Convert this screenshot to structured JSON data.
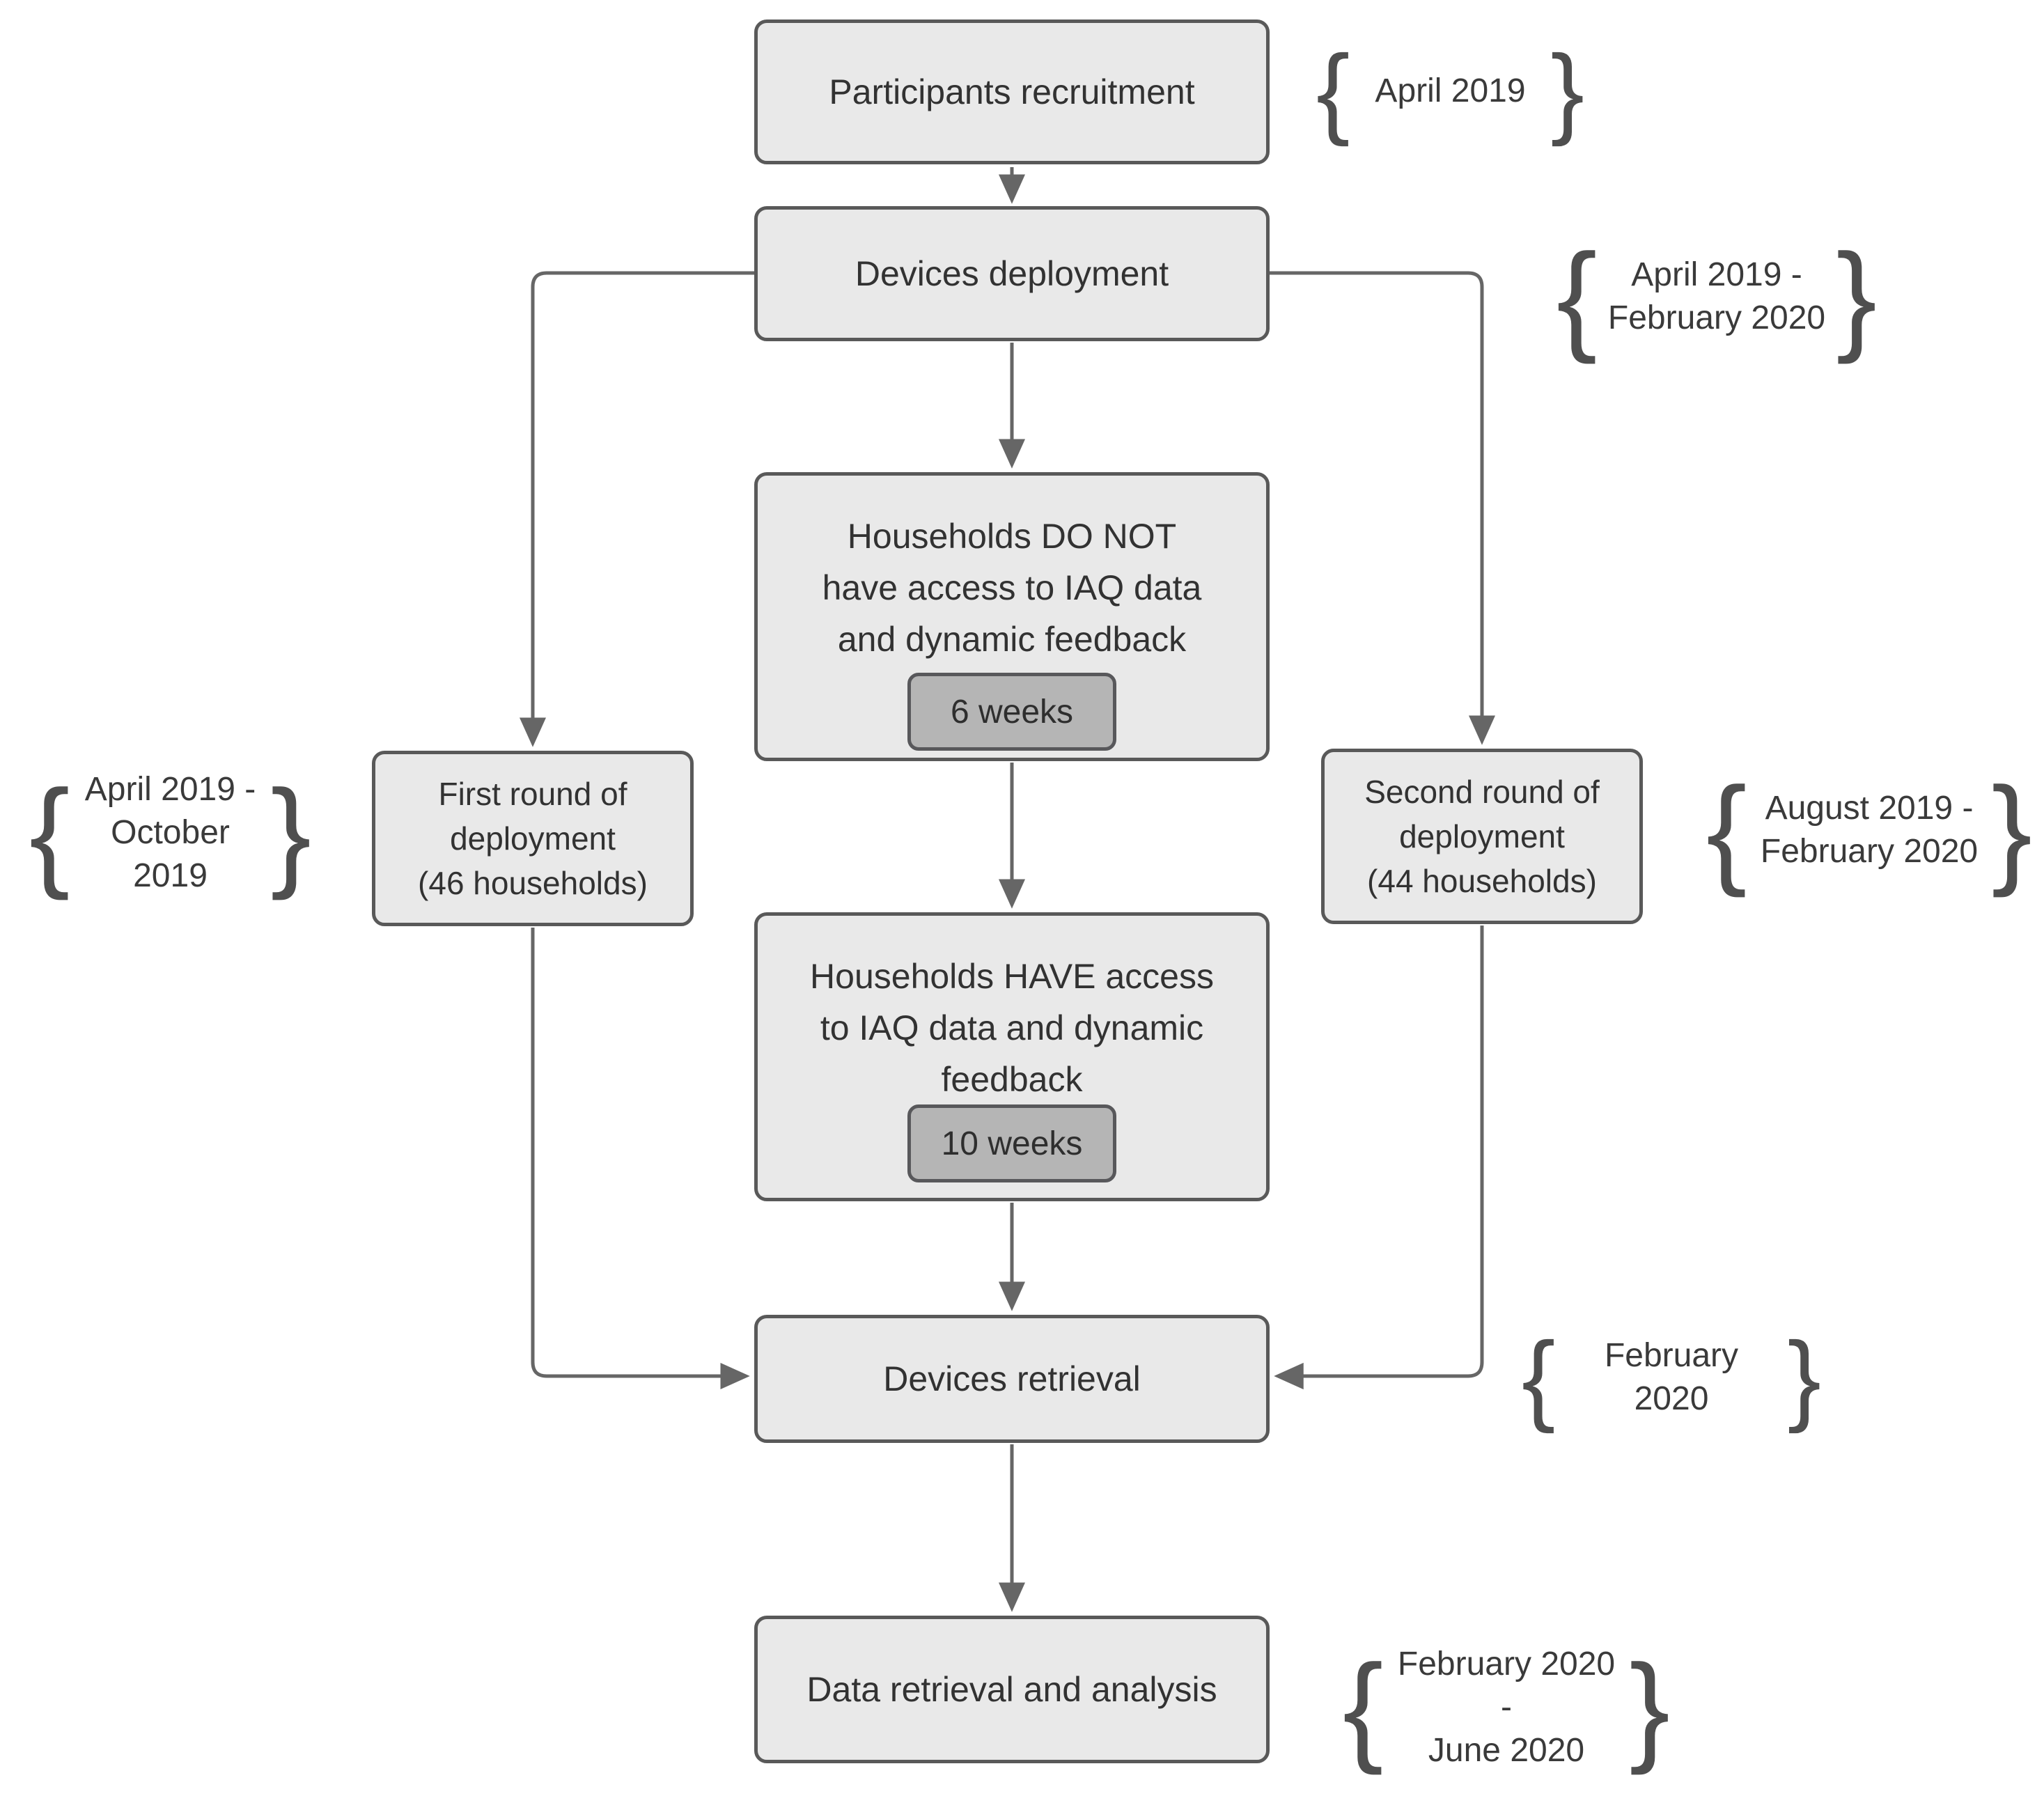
{
  "diagram": {
    "type": "flowchart",
    "colors": {
      "node_fill": "#e9e9e9",
      "node_border": "#595959",
      "badge_fill": "#b5b5b5",
      "badge_border": "#58585b",
      "connector": "#666666",
      "text": "#323232",
      "brace": "#4f4f4f"
    },
    "glyphs": {
      "brace_open": "{",
      "brace_close": "}"
    },
    "nodes": {
      "participants": {
        "lines": [
          "Participants recruitment"
        ]
      },
      "deployment": {
        "lines": [
          "Devices deployment"
        ]
      },
      "no_access": {
        "lines": [
          "Households DO NOT",
          "have access to IAQ data",
          "and dynamic feedback"
        ],
        "badge": "6 weeks"
      },
      "first_round": {
        "lines": [
          "First round of",
          "deployment",
          "(46 households)"
        ]
      },
      "second_round": {
        "lines": [
          "Second round of",
          "deployment",
          "(44 households)"
        ]
      },
      "have_access": {
        "lines": [
          "Households HAVE access",
          "to IAQ data and dynamic",
          "feedback"
        ],
        "badge": "10 weeks"
      },
      "retrieval": {
        "lines": [
          "Devices retrieval"
        ]
      },
      "analysis": {
        "lines": [
          "Data retrieval and analysis"
        ]
      }
    },
    "annotations": {
      "participants_date": {
        "lines": [
          "April 2019"
        ]
      },
      "deployment_date": {
        "lines": [
          "April 2019 -",
          "February 2020"
        ]
      },
      "first_round_date": {
        "lines": [
          "April 2019 -",
          "October 2019"
        ]
      },
      "second_round_date": {
        "lines": [
          "August 2019 -",
          "February 2020"
        ]
      },
      "retrieval_date": {
        "lines": [
          "February 2020"
        ]
      },
      "analysis_date": {
        "lines": [
          "February 2020 -",
          "June 2020"
        ]
      }
    }
  }
}
